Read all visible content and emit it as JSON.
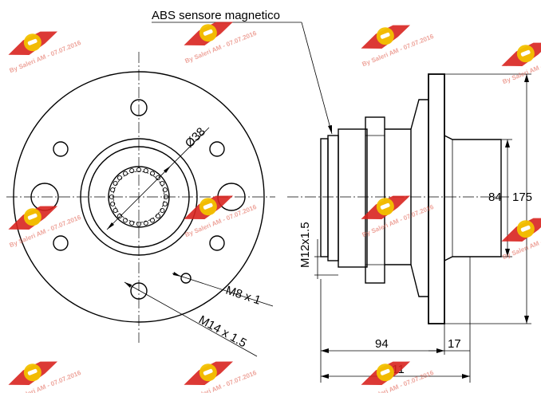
{
  "labels": {
    "abs": "ABS sensore magnetico",
    "bore": "Ø38",
    "bolt_small": "M8 x 1",
    "bolt_large": "M14 x 1.5",
    "thread": "M12x1.5",
    "dim_94": "94",
    "dim_17": "17",
    "dim_111": "111",
    "dim_84": "84",
    "dim_175": "175"
  },
  "watermark": {
    "text": "By Saleri AM - 07.07.2016",
    "logo_color": "#d8231f",
    "badge_color": "#f2c200"
  }
}
